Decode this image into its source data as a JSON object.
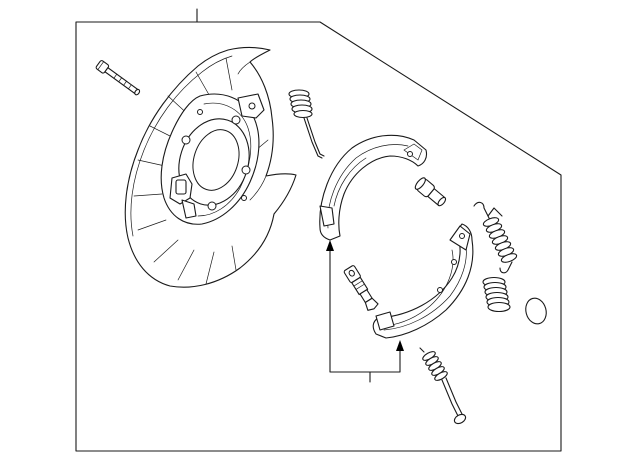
{
  "diagram": {
    "type": "exploded-parts-diagram",
    "colors": {
      "line": "#1a1a1a",
      "background": "#ffffff"
    },
    "parts": [
      {
        "name": "dust-shield"
      },
      {
        "name": "shield-bolt"
      },
      {
        "name": "upper-return-spring"
      },
      {
        "name": "front-parking-brake-shoe"
      },
      {
        "name": "rear-parking-brake-shoe"
      },
      {
        "name": "shoe-strut-adjuster"
      },
      {
        "name": "adjuster-plug"
      },
      {
        "name": "return-spring"
      },
      {
        "name": "adjuster-spring"
      },
      {
        "name": "hold-down-pin"
      },
      {
        "name": "plug-ring"
      }
    ],
    "callout": {
      "name": "shoe-kit-callout",
      "arrows": 2
    }
  }
}
